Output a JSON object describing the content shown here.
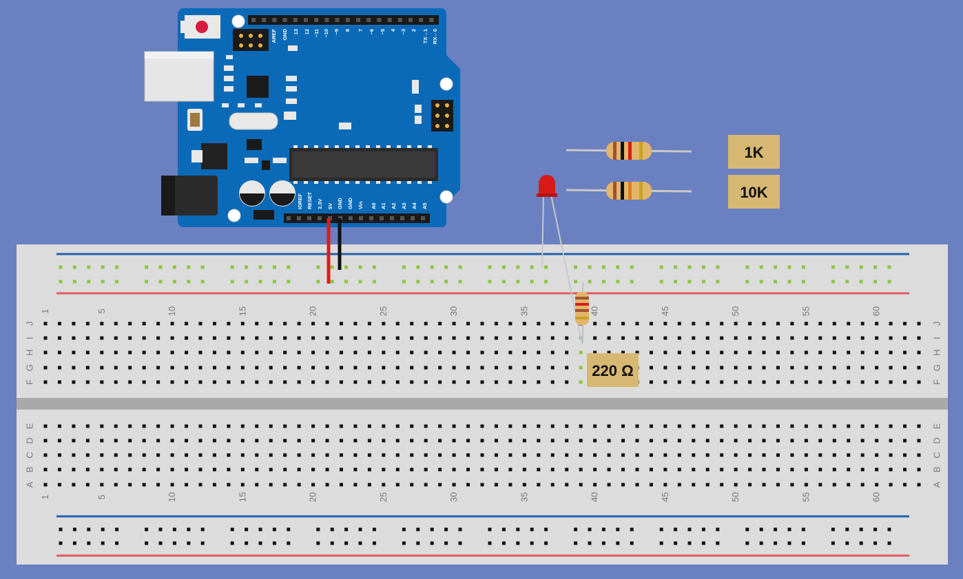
{
  "breadboard": {
    "columns": 63,
    "column_number_labels": [
      "1",
      "5",
      "10",
      "15",
      "20",
      "25",
      "30",
      "35",
      "40",
      "45",
      "50",
      "55",
      "60"
    ],
    "top_row_labels": [
      "F",
      "G",
      "H",
      "I",
      "J"
    ],
    "bottom_row_labels": [
      "A",
      "B",
      "C",
      "D",
      "E"
    ]
  },
  "arduino": {
    "top_header_pins": [
      "AREF",
      "GND",
      "13",
      "12",
      "~11",
      "~10",
      "~9",
      "8",
      "7",
      "~6",
      "~5",
      "4",
      "~3",
      "2",
      "TX→1",
      "RX←0"
    ],
    "bottom_header_pins": [
      "IOREF",
      "RESET",
      "3.3V",
      "5V",
      "GND",
      "GND",
      "Vin",
      "A0",
      "A1",
      "A2",
      "A3",
      "A4",
      "A5"
    ]
  },
  "labels": {
    "resistor_1k": "1K",
    "resistor_10k": "10K",
    "resistor_220": "220 Ω"
  },
  "colors": {
    "background": "#6a80c0",
    "board_blue": "#0a6ab8",
    "breadboard": "#dcdcdc",
    "rail_red": "#e05a5f",
    "rail_blue": "#1f5fad",
    "wire_red": "#e01b1b",
    "wire_black": "#111111",
    "led_red": "#d61a1a",
    "label_tan": "#d7b873",
    "active_hole": "#8cc63f"
  }
}
